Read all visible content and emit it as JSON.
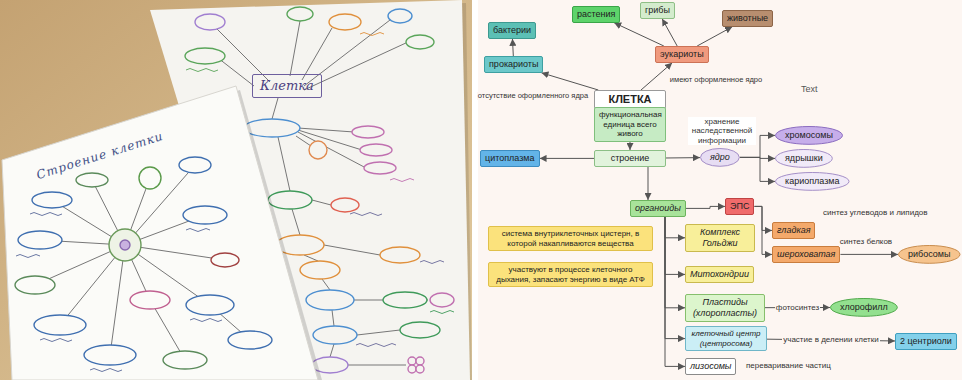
{
  "diagram": {
    "nodes": [
      {
        "text": [
          "бактерии"
        ]
      },
      {
        "text": [
          "растения"
        ]
      },
      {
        "text": [
          "грибы"
        ]
      },
      {
        "text": [
          "животные"
        ]
      },
      {
        "text": [
          "прокариоты"
        ]
      },
      {
        "text": [
          "эукариоты"
        ]
      },
      {
        "text": [
          "КЛЕТКА"
        ]
      },
      {
        "text": [
          "функциональная единица всего живого"
        ]
      },
      {
        "text": [
          "цитоплазма"
        ]
      },
      {
        "text": [
          "строение"
        ]
      },
      {
        "text": [
          "ядро"
        ]
      },
      {
        "text": [
          "хромосомы"
        ]
      },
      {
        "text": [
          "ядрышки"
        ]
      },
      {
        "text": [
          "кариоплазма"
        ]
      },
      {
        "text": [
          "органоиды"
        ]
      },
      {
        "text": [
          "ЭПС"
        ]
      },
      {
        "text": [
          "гладкая"
        ]
      },
      {
        "text": [
          "шероховатая"
        ]
      },
      {
        "text": [
          "рибосомы"
        ]
      },
      {
        "text": [
          "Комплекс Гольджи"
        ]
      },
      {
        "text": [
          "система внутриклеточных цистерн, в которой накапливаются вещества"
        ]
      },
      {
        "text": [
          "Митохондрии"
        ]
      },
      {
        "text": [
          "участвуют в процессе клеточного дыхания, запасают энергию в виде АТФ"
        ]
      },
      {
        "text": [
          "Пластиды (хлоропласты)"
        ]
      },
      {
        "text": [
          "хлорофилл"
        ]
      },
      {
        "text": [
          "клеточный центр (центросома)"
        ]
      },
      {
        "text": [
          "2 центриоли"
        ]
      },
      {
        "text": [
          "лизосомы"
        ]
      },
      {
        "text": [
          "Клетка"
        ]
      }
    ],
    "edges": [
      {
        "from": 6,
        "to": 4,
        "arrow": "to",
        "label": "отсутствие оформленного ядра"
      },
      {
        "from": 6,
        "to": 5,
        "arrow": "to",
        "label": "имеют оформленное ядро"
      },
      {
        "from": 4,
        "to": 0,
        "arrow": "to"
      },
      {
        "from": 5,
        "to": 1,
        "arrow": "to"
      },
      {
        "from": 5,
        "to": 2,
        "arrow": "to"
      },
      {
        "from": 5,
        "to": 3,
        "arrow": "to"
      },
      {
        "from": 7,
        "to": 9,
        "arrow": "to"
      },
      {
        "from": 9,
        "to": 8,
        "arrow": "to"
      },
      {
        "from": 9,
        "to": 10,
        "arrow": "to"
      },
      {
        "from": 10,
        "to": 11,
        "arrow": "to",
        "label": "хранение наследственной информации"
      },
      {
        "from": 10,
        "to": 12,
        "arrow": "to"
      },
      {
        "from": 10,
        "to": 13,
        "arrow": "to"
      },
      {
        "from": 9,
        "to": 14,
        "arrow": "to"
      },
      {
        "from": 14,
        "to": 15,
        "arrow": "to"
      },
      {
        "from": 15,
        "to": 16,
        "arrow": "to"
      },
      {
        "from": 15,
        "to": 17,
        "arrow": "to"
      },
      {
        "from": 17,
        "to": 18,
        "arrow": "to",
        "label": "синтез белков"
      },
      {
        "from": 14,
        "to": 19,
        "arrow": "to"
      },
      {
        "from": 14,
        "to": 21,
        "arrow": "to"
      },
      {
        "from": 14,
        "to": 23,
        "arrow": "to"
      },
      {
        "from": 14,
        "to": 25,
        "arrow": "to"
      },
      {
        "from": 14,
        "to": 27,
        "arrow": "to"
      },
      {
        "from": 23,
        "to": 24,
        "arrow": "to",
        "label": "фотосинтез"
      },
      {
        "from": 25,
        "to": 26,
        "arrow": "to",
        "label": "участие в делении клетки"
      }
    ],
    "labels": [
      "Строение клетки",
      "Text",
      "синтез углеводов и липидов",
      "переваривание частиц"
    ]
  }
}
